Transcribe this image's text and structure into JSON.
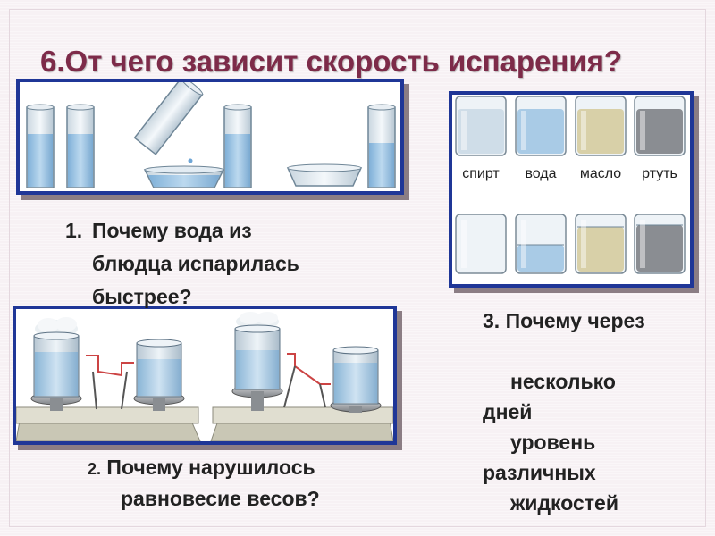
{
  "slide": {
    "title": "6.От чего зависит скорость испарения?"
  },
  "question1": {
    "number": "1.",
    "line1": "Почему вода из",
    "line2": "блюдца испарилась",
    "line3": "быстрее?"
  },
  "question2": {
    "number": "2.",
    "line1": "Почему нарушилось",
    "line2": "равновесие весов?"
  },
  "question3": {
    "line1": "3. Почему через",
    "line2": "несколько",
    "line3": "дней",
    "line4": "уровень",
    "line5": "различных",
    "line6": "жидкостей"
  },
  "liquids": [
    {
      "label": "спирт",
      "color": "#cfdde8"
    },
    {
      "label": "вода",
      "color": "#a9cbe6"
    },
    {
      "label": "масло",
      "color": "#d8d0a8"
    },
    {
      "label": "ртуть",
      "color": "#8a8d92"
    }
  ],
  "colors": {
    "title": "#7d2b49",
    "panel_border": "#1f3697",
    "water": "#a9cbe6"
  }
}
